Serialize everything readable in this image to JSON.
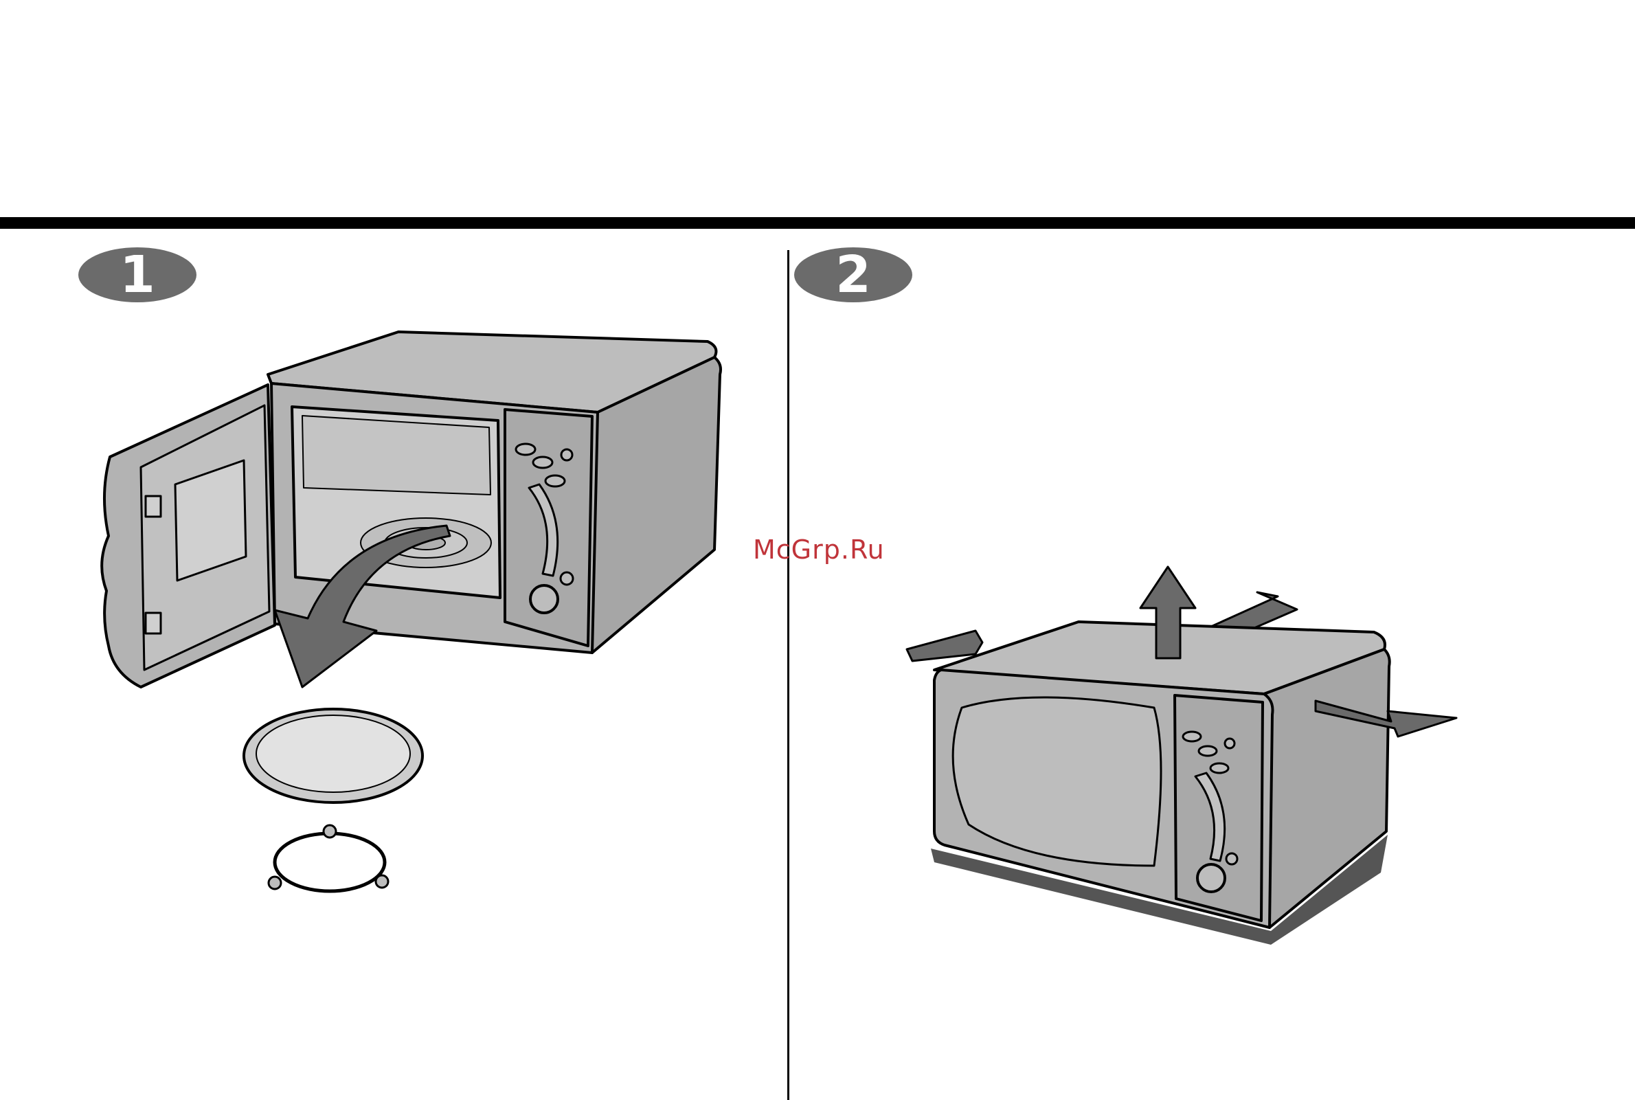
{
  "steps": [
    {
      "number": "1"
    },
    {
      "number": "2"
    }
  ],
  "watermark": "McGrp.Ru",
  "colors": {
    "rule": "#000000",
    "badge": "#6b6b6b",
    "body": "#b3b3b3",
    "dark": "#6a6a6a",
    "watermark": "#c0343a"
  },
  "illustrations": {
    "left": "microwave-door-open-remove-turntable",
    "right": "microwave-clearance-arrows"
  }
}
